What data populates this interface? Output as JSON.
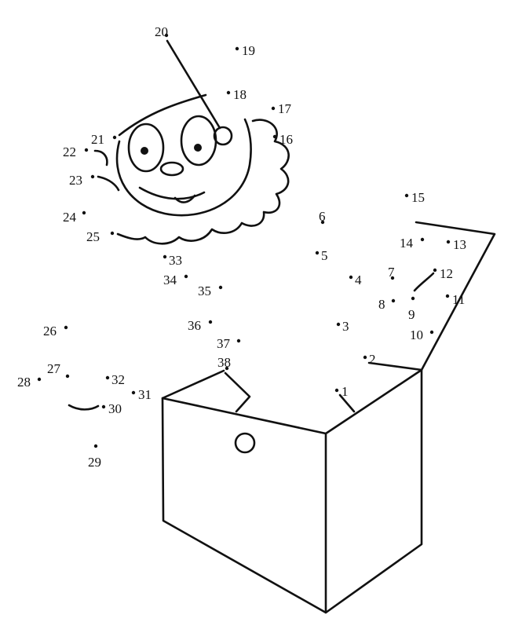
{
  "puzzle": {
    "colors": {
      "ink": "#111111",
      "paper": "#ffffff"
    },
    "dots": [
      {
        "n": "1"
      },
      {
        "n": "2"
      },
      {
        "n": "3"
      },
      {
        "n": "4"
      },
      {
        "n": "5"
      },
      {
        "n": "6"
      },
      {
        "n": "7"
      },
      {
        "n": "8"
      },
      {
        "n": "9"
      },
      {
        "n": "10"
      },
      {
        "n": "11"
      },
      {
        "n": "12"
      },
      {
        "n": "13"
      },
      {
        "n": "14"
      },
      {
        "n": "15"
      },
      {
        "n": "16"
      },
      {
        "n": "17"
      },
      {
        "n": "18"
      },
      {
        "n": "19"
      },
      {
        "n": "20"
      },
      {
        "n": "21"
      },
      {
        "n": "22"
      },
      {
        "n": "23"
      },
      {
        "n": "24"
      },
      {
        "n": "25"
      },
      {
        "n": "26"
      },
      {
        "n": "27"
      },
      {
        "n": "28"
      },
      {
        "n": "29"
      },
      {
        "n": "30"
      },
      {
        "n": "31"
      },
      {
        "n": "32"
      },
      {
        "n": "33"
      },
      {
        "n": "34"
      },
      {
        "n": "35"
      },
      {
        "n": "36"
      },
      {
        "n": "37"
      },
      {
        "n": "38"
      }
    ]
  }
}
